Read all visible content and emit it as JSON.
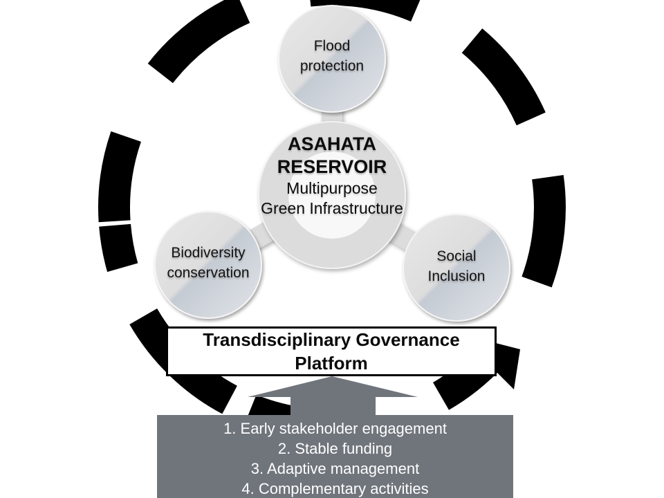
{
  "diagram": {
    "hub": {
      "title_line1": "ASAHATA",
      "title_line2": "RESERVOIR",
      "subtitle_line1": "Multipurpose",
      "subtitle_line2": "Green Infrastructure"
    },
    "nodes": [
      {
        "id": "flood-protection",
        "label_line1": "Flood",
        "label_line2": "protection"
      },
      {
        "id": "biodiversity-conservation",
        "label_line1": "Biodiversity",
        "label_line2": "conservation"
      },
      {
        "id": "social-inclusion",
        "label_line1": "Social",
        "label_line2": "Inclusion"
      }
    ],
    "governance_box": {
      "line1": "Transdisciplinary Governance",
      "line2": "Platform"
    },
    "enablers_box": {
      "items": [
        "1. Early stakeholder engagement",
        "2. Stable funding",
        "3. Adaptive management",
        "4. Complementary activities"
      ]
    },
    "colors": {
      "arc_black": "#000000",
      "node_fill_light": "#e7e7e7",
      "node_fill_accent": "#c5cbd3",
      "ring_fill": "#dcdcdc",
      "gray_fill": "#70757c",
      "text_white": "#ffffff"
    }
  }
}
